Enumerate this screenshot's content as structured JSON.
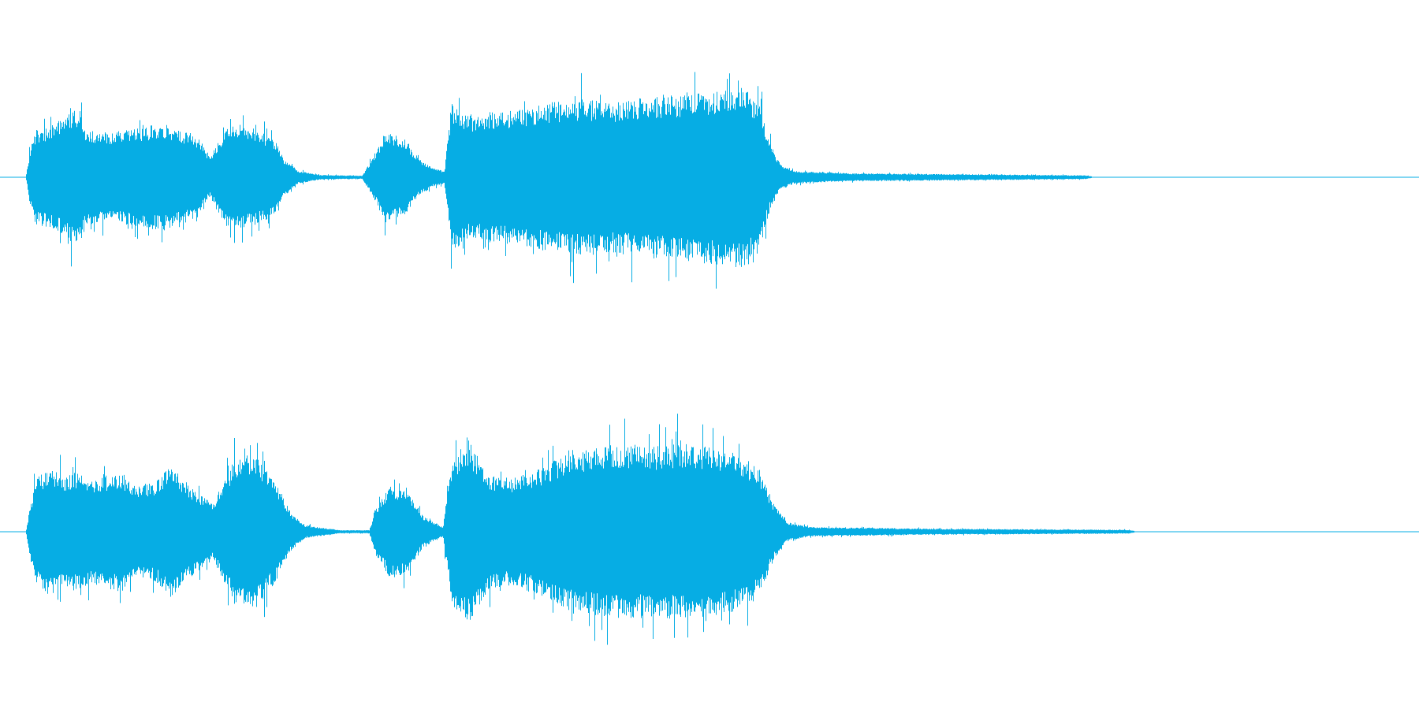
{
  "waveform": {
    "color": "#06ADE4",
    "background": "#FFFFFF",
    "channels": [
      {
        "name": "channel-1",
        "envelope": [
          [
            0.0,
            0.0
          ],
          [
            0.018,
            0.0
          ],
          [
            0.021,
            0.18
          ],
          [
            0.025,
            0.3
          ],
          [
            0.035,
            0.32
          ],
          [
            0.045,
            0.38
          ],
          [
            0.055,
            0.45
          ],
          [
            0.06,
            0.32
          ],
          [
            0.07,
            0.28
          ],
          [
            0.085,
            0.3
          ],
          [
            0.1,
            0.32
          ],
          [
            0.115,
            0.34
          ],
          [
            0.125,
            0.3
          ],
          [
            0.135,
            0.28
          ],
          [
            0.14,
            0.24
          ],
          [
            0.148,
            0.12
          ],
          [
            0.152,
            0.2
          ],
          [
            0.16,
            0.32
          ],
          [
            0.17,
            0.34
          ],
          [
            0.18,
            0.3
          ],
          [
            0.192,
            0.26
          ],
          [
            0.2,
            0.12
          ],
          [
            0.21,
            0.04
          ],
          [
            0.225,
            0.015
          ],
          [
            0.255,
            0.01
          ],
          [
            0.262,
            0.12
          ],
          [
            0.272,
            0.3
          ],
          [
            0.285,
            0.24
          ],
          [
            0.295,
            0.12
          ],
          [
            0.305,
            0.06
          ],
          [
            0.313,
            0.04
          ],
          [
            0.318,
            0.48
          ],
          [
            0.33,
            0.4
          ],
          [
            0.35,
            0.42
          ],
          [
            0.37,
            0.44
          ],
          [
            0.39,
            0.48
          ],
          [
            0.41,
            0.5
          ],
          [
            0.43,
            0.48
          ],
          [
            0.45,
            0.5
          ],
          [
            0.47,
            0.52
          ],
          [
            0.49,
            0.54
          ],
          [
            0.51,
            0.56
          ],
          [
            0.525,
            0.58
          ],
          [
            0.535,
            0.46
          ],
          [
            0.542,
            0.22
          ],
          [
            0.55,
            0.08
          ],
          [
            0.56,
            0.04
          ],
          [
            0.6,
            0.025
          ],
          [
            0.7,
            0.018
          ],
          [
            0.765,
            0.012
          ],
          [
            0.77,
            0.004
          ],
          [
            1.0,
            0.004
          ]
        ]
      },
      {
        "name": "channel-2",
        "envelope": [
          [
            0.0,
            0.0
          ],
          [
            0.018,
            0.0
          ],
          [
            0.021,
            0.16
          ],
          [
            0.025,
            0.34
          ],
          [
            0.035,
            0.4
          ],
          [
            0.045,
            0.36
          ],
          [
            0.055,
            0.38
          ],
          [
            0.065,
            0.34
          ],
          [
            0.075,
            0.36
          ],
          [
            0.085,
            0.38
          ],
          [
            0.095,
            0.3
          ],
          [
            0.11,
            0.32
          ],
          [
            0.12,
            0.42
          ],
          [
            0.128,
            0.34
          ],
          [
            0.14,
            0.24
          ],
          [
            0.15,
            0.18
          ],
          [
            0.155,
            0.28
          ],
          [
            0.165,
            0.46
          ],
          [
            0.175,
            0.5
          ],
          [
            0.185,
            0.44
          ],
          [
            0.195,
            0.3
          ],
          [
            0.205,
            0.12
          ],
          [
            0.215,
            0.04
          ],
          [
            0.24,
            0.01
          ],
          [
            0.26,
            0.01
          ],
          [
            0.265,
            0.16
          ],
          [
            0.275,
            0.3
          ],
          [
            0.287,
            0.26
          ],
          [
            0.298,
            0.1
          ],
          [
            0.312,
            0.03
          ],
          [
            0.318,
            0.46
          ],
          [
            0.33,
            0.58
          ],
          [
            0.345,
            0.36
          ],
          [
            0.36,
            0.34
          ],
          [
            0.38,
            0.4
          ],
          [
            0.4,
            0.5
          ],
          [
            0.42,
            0.54
          ],
          [
            0.44,
            0.56
          ],
          [
            0.46,
            0.54
          ],
          [
            0.48,
            0.56
          ],
          [
            0.5,
            0.54
          ],
          [
            0.52,
            0.5
          ],
          [
            0.535,
            0.4
          ],
          [
            0.545,
            0.18
          ],
          [
            0.555,
            0.06
          ],
          [
            0.57,
            0.03
          ],
          [
            0.65,
            0.02
          ],
          [
            0.74,
            0.015
          ],
          [
            0.795,
            0.012
          ],
          [
            0.8,
            0.004
          ],
          [
            1.0,
            0.004
          ]
        ]
      }
    ]
  }
}
